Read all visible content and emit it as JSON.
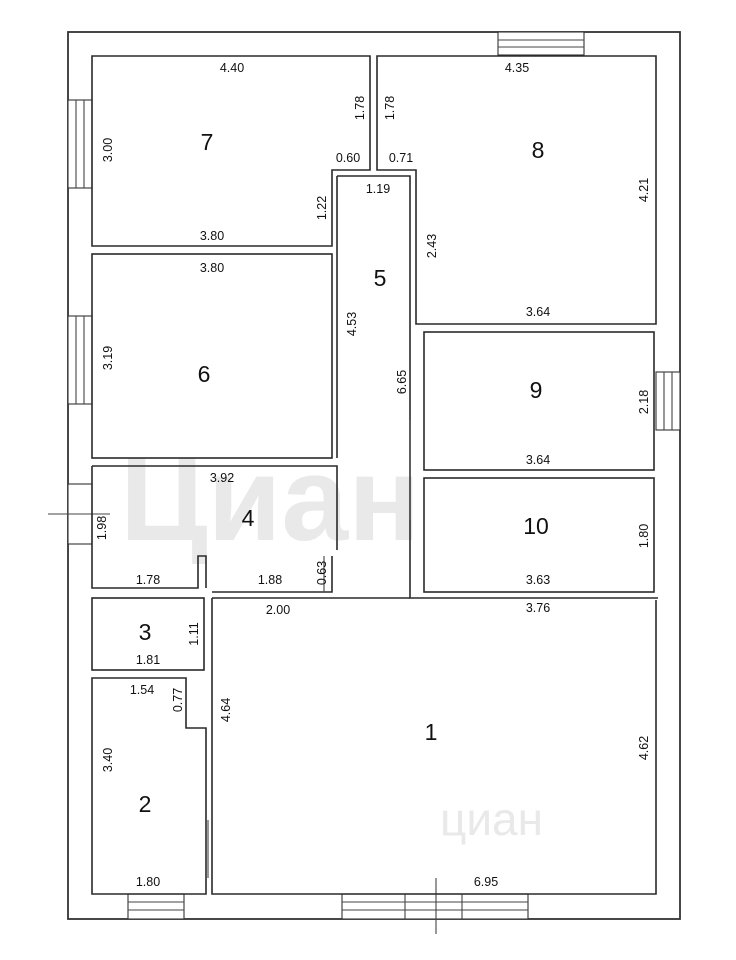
{
  "rooms": [
    {
      "id": "1",
      "label": "1"
    },
    {
      "id": "2",
      "label": "2"
    },
    {
      "id": "3",
      "label": "3"
    },
    {
      "id": "4",
      "label": "4"
    },
    {
      "id": "5",
      "label": "5"
    },
    {
      "id": "6",
      "label": "6"
    },
    {
      "id": "7",
      "label": "7"
    },
    {
      "id": "8",
      "label": "8"
    },
    {
      "id": "9",
      "label": "9"
    },
    {
      "id": "10",
      "label": "10"
    }
  ],
  "dimensions": {
    "r7_top": "4.40",
    "r7_left": "3.00",
    "r7_right": "1.78",
    "r7_notch": "0.60",
    "r7_notch_h": "1.22",
    "r7_bottom": "3.80",
    "r8_top": "4.35",
    "r8_left": "1.78",
    "r8_notch": "0.71",
    "r8_right": "4.21",
    "r8_left_lower": "2.43",
    "r8_bottom": "3.64",
    "r5_top": "1.19",
    "r5_upper": "4.53",
    "r5_lower": "6.65",
    "r6_top": "3.80",
    "r6_left": "3.19",
    "r9_right": "2.18",
    "r9_bottom": "3.64",
    "r4_top": "3.92",
    "r4_left": "1.98",
    "r4_bottom_left": "1.78",
    "r4_bottom_right": "1.88",
    "r4_small": "0.63",
    "r10_right": "1.80",
    "r10_bottom": "3.63",
    "r1_top_left": "2.00",
    "r1_top_right": "3.76",
    "r1_left": "4.64",
    "r1_right": "4.62",
    "r1_bottom": "6.95",
    "r3_right": "1.11",
    "r3_bottom": "1.81",
    "r2_top": "1.54",
    "r2_notch": "0.77",
    "r2_left": "3.40",
    "r2_bottom": "1.80"
  },
  "watermark": {
    "text": "Циан",
    "subtext": "циан"
  }
}
